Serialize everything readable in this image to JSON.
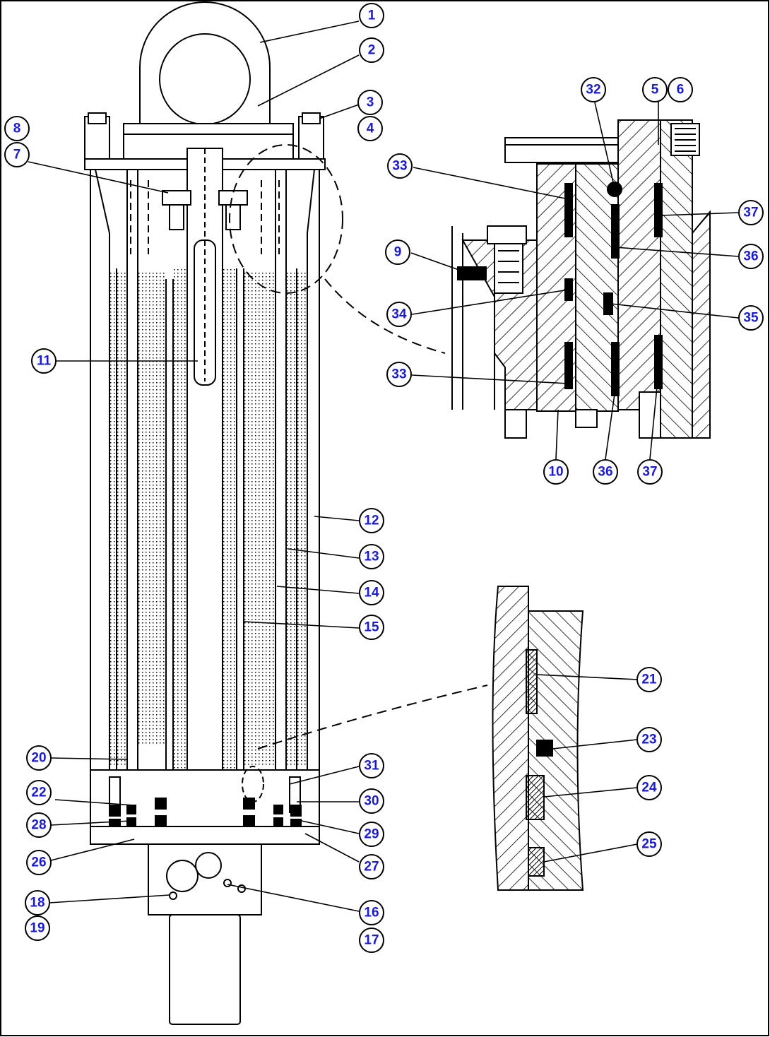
{
  "diagram": {
    "callouts": [
      {
        "id": "c1",
        "label": "1"
      },
      {
        "id": "c2",
        "label": "2"
      },
      {
        "id": "c3",
        "label": "3"
      },
      {
        "id": "c4",
        "label": "4"
      },
      {
        "id": "c5",
        "label": "5"
      },
      {
        "id": "c6",
        "label": "6"
      },
      {
        "id": "c7",
        "label": "7"
      },
      {
        "id": "c8",
        "label": "8"
      },
      {
        "id": "c9",
        "label": "9"
      },
      {
        "id": "c10",
        "label": "10"
      },
      {
        "id": "c11",
        "label": "11"
      },
      {
        "id": "c12",
        "label": "12"
      },
      {
        "id": "c13",
        "label": "13"
      },
      {
        "id": "c14",
        "label": "14"
      },
      {
        "id": "c15",
        "label": "15"
      },
      {
        "id": "c16",
        "label": "16"
      },
      {
        "id": "c17",
        "label": "17"
      },
      {
        "id": "c18",
        "label": "18"
      },
      {
        "id": "c19",
        "label": "19"
      },
      {
        "id": "c20",
        "label": "20"
      },
      {
        "id": "c21",
        "label": "21"
      },
      {
        "id": "c22",
        "label": "22"
      },
      {
        "id": "c23",
        "label": "23"
      },
      {
        "id": "c24",
        "label": "24"
      },
      {
        "id": "c25",
        "label": "25"
      },
      {
        "id": "c26",
        "label": "26"
      },
      {
        "id": "c27",
        "label": "27"
      },
      {
        "id": "c28",
        "label": "28"
      },
      {
        "id": "c29",
        "label": "29"
      },
      {
        "id": "c30",
        "label": "30"
      },
      {
        "id": "c31",
        "label": "31"
      },
      {
        "id": "c32",
        "label": "32"
      },
      {
        "id": "c33a",
        "label": "33"
      },
      {
        "id": "c33b",
        "label": "33"
      },
      {
        "id": "c34",
        "label": "34"
      },
      {
        "id": "c35",
        "label": "35"
      },
      {
        "id": "c36a",
        "label": "36"
      },
      {
        "id": "c36b",
        "label": "36"
      },
      {
        "id": "c37a",
        "label": "37"
      },
      {
        "id": "c37b",
        "label": "37"
      }
    ],
    "colors": {
      "line": "#000000",
      "callout_text": "#1a1ad6",
      "background": "#ffffff"
    }
  }
}
